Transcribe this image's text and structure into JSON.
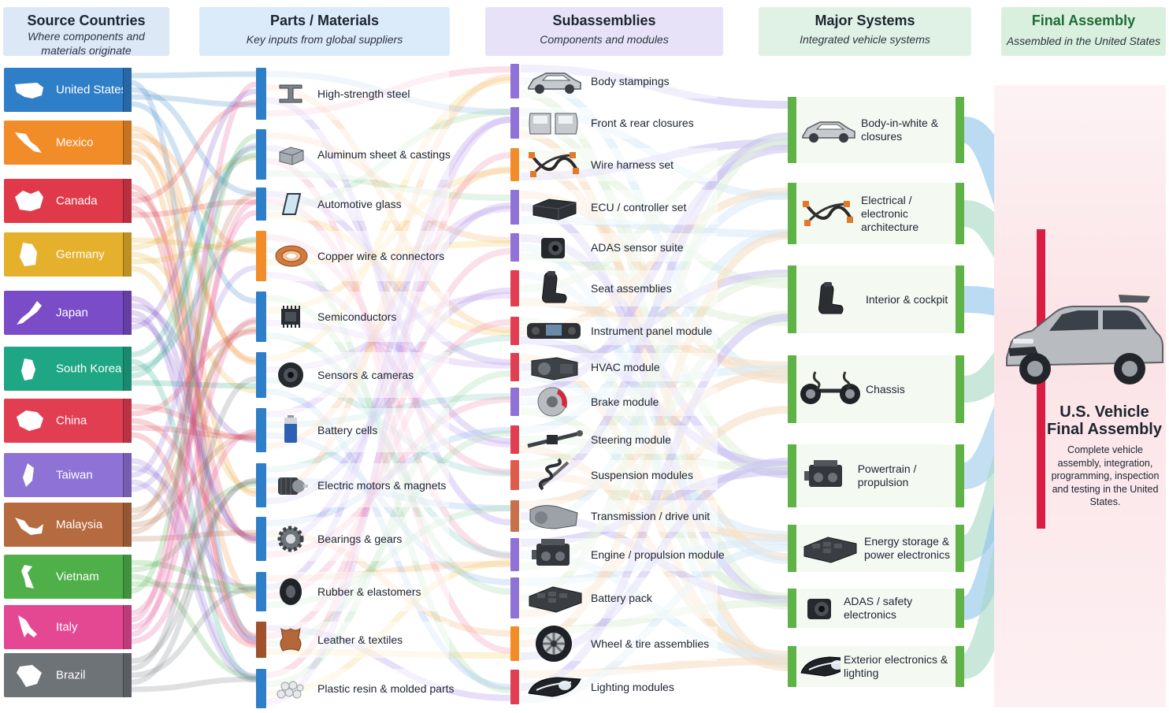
{
  "headers": {
    "sources": {
      "title": "Source Countries",
      "subtitle": "Where components and materials originate"
    },
    "parts": {
      "title": "Parts / Materials",
      "subtitle": "Key inputs from global suppliers"
    },
    "subassemblies": {
      "title": "Subassemblies",
      "subtitle": "Components and modules"
    },
    "systems": {
      "title": "Major Systems",
      "subtitle": "Integrated vehicle systems"
    },
    "final": {
      "title": "Final Assembly",
      "subtitle": "Assembled in the United States"
    }
  },
  "countries": [
    {
      "name": "United States",
      "color": "#2f7fc8",
      "icon": "usa-map-icon"
    },
    {
      "name": "Mexico",
      "color": "#f28c28",
      "icon": "mexico-map-icon"
    },
    {
      "name": "Canada",
      "color": "#e03a4a",
      "icon": "canada-map-icon"
    },
    {
      "name": "Germany",
      "color": "#e5b12c",
      "icon": "germany-map-icon"
    },
    {
      "name": "Japan",
      "color": "#7b4cc8",
      "icon": "japan-map-icon"
    },
    {
      "name": "South Korea",
      "color": "#1fa685",
      "icon": "korea-map-icon"
    },
    {
      "name": "China",
      "color": "#e23e52",
      "icon": "china-map-icon"
    },
    {
      "name": "Taiwan",
      "color": "#8f72d6",
      "icon": "taiwan-map-icon"
    },
    {
      "name": "Malaysia",
      "color": "#b56a3f",
      "icon": "malaysia-map-icon"
    },
    {
      "name": "Vietnam",
      "color": "#4fb04a",
      "icon": "vietnam-map-icon"
    },
    {
      "name": "Italy",
      "color": "#e54893",
      "icon": "italy-map-icon"
    },
    {
      "name": "Brazil",
      "color": "#6e7378",
      "icon": "brazil-map-icon"
    }
  ],
  "parts": [
    {
      "label": "High-strength steel",
      "color": "#2f7fc8",
      "icon": "steel-beam-icon"
    },
    {
      "label": "Aluminum sheet & castings",
      "color": "#2f7fc8",
      "icon": "aluminum-block-icon"
    },
    {
      "label": "Automotive glass",
      "color": "#2f7fc8",
      "icon": "glass-pane-icon"
    },
    {
      "label": "Copper wire & connectors",
      "color": "#f28c28",
      "icon": "copper-coil-icon"
    },
    {
      "label": "Semiconductors",
      "color": "#2f7fc8",
      "icon": "chip-icon"
    },
    {
      "label": "Sensors & cameras",
      "color": "#2f7fc8",
      "icon": "sensor-icon"
    },
    {
      "label": "Battery cells",
      "color": "#2f7fc8",
      "icon": "battery-cell-icon"
    },
    {
      "label": "Electric motors & magnets",
      "color": "#2f7fc8",
      "icon": "motor-icon"
    },
    {
      "label": "Bearings & gears",
      "color": "#2f7fc8",
      "icon": "gear-icon"
    },
    {
      "label": "Rubber & elastomers",
      "color": "#2f7fc8",
      "icon": "tire-icon"
    },
    {
      "label": "Leather & textiles",
      "color": "#a0522d",
      "icon": "leather-hide-icon"
    },
    {
      "label": "Plastic resin & molded parts",
      "color": "#2f7fc8",
      "icon": "plastic-pellets-icon"
    }
  ],
  "subassemblies": [
    {
      "label": "Body stampings",
      "color": "#8f72d6",
      "icon": "car-body-icon"
    },
    {
      "label": "Front & rear closures",
      "color": "#8f72d6",
      "icon": "car-doors-icon"
    },
    {
      "label": "Wire harness set",
      "color": "#f28c28",
      "icon": "wire-harness-icon"
    },
    {
      "label": "ECU / controller set",
      "color": "#8f72d6",
      "icon": "ecu-box-icon"
    },
    {
      "label": "ADAS sensor suite",
      "color": "#8f72d6",
      "icon": "camera-module-icon"
    },
    {
      "label": "Seat assemblies",
      "color": "#e23e52",
      "icon": "car-seat-icon"
    },
    {
      "label": "Instrument panel module",
      "color": "#e23e52",
      "icon": "dashboard-icon"
    },
    {
      "label": "HVAC module",
      "color": "#e23e52",
      "icon": "hvac-unit-icon"
    },
    {
      "label": "Brake module",
      "color": "#8f72d6",
      "icon": "brake-disc-icon"
    },
    {
      "label": "Steering module",
      "color": "#e23e52",
      "icon": "steering-rack-icon"
    },
    {
      "label": "Suspension modules",
      "color": "#e05a4a",
      "icon": "coil-spring-icon"
    },
    {
      "label": "Transmission / drive unit",
      "color": "#c8704a",
      "icon": "transmission-icon"
    },
    {
      "label": "Engine / propulsion module",
      "color": "#8f72d6",
      "icon": "engine-icon"
    },
    {
      "label": "Battery pack",
      "color": "#8f72d6",
      "icon": "battery-pack-icon"
    },
    {
      "label": "Wheel & tire assemblies",
      "color": "#f28c28",
      "icon": "wheel-icon"
    },
    {
      "label": "Lighting modules",
      "color": "#e23e52",
      "icon": "headlamp-icon"
    }
  ],
  "systems": [
    {
      "label": "Body-in-white & closures",
      "icon": "car-body-icon"
    },
    {
      "label": "Electrical / electronic architecture",
      "icon": "wire-harness-icon"
    },
    {
      "label": "Interior & cockpit",
      "icon": "car-seat-icon"
    },
    {
      "label": "Chassis",
      "icon": "chassis-icon"
    },
    {
      "label": "Powertrain / propulsion",
      "icon": "engine-icon"
    },
    {
      "label": "Energy storage & power electronics",
      "icon": "battery-pack-icon"
    },
    {
      "label": "ADAS / safety electronics",
      "icon": "camera-module-icon"
    },
    {
      "label": "Exterior electronics & lighting",
      "icon": "headlamp-icon"
    }
  ],
  "final": {
    "title": "U.S. Vehicle Final Assembly",
    "description": "Complete vehicle assembly, integration, programming, inspection and testing in the United States.",
    "icon": "suv-vehicle-icon",
    "color": "#d81e44"
  }
}
